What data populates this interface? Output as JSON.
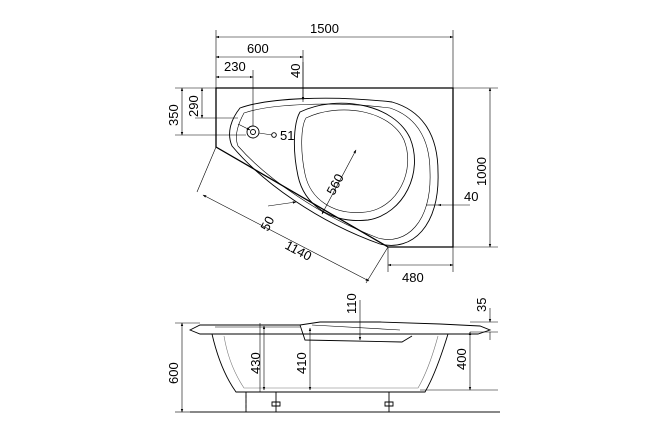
{
  "dimensions": {
    "overall_length": "1500",
    "overall_width": "1000",
    "drain_offset_x": "600",
    "overflow_offset_x": "230",
    "rim_top_offset": "40",
    "drain_offset_y_outer": "350",
    "drain_offset_y_inner": "290",
    "overflow_diameter": "51",
    "basin_width": "560",
    "rim_thickness": "50",
    "inner_length": "1140",
    "side_rim": "40",
    "rim_offset_right": "480",
    "side_depth_step": "110",
    "rim_height": "35",
    "total_height": "600",
    "basin_depth": "430",
    "floor_to_rim": "410",
    "inner_depth_right": "400"
  }
}
